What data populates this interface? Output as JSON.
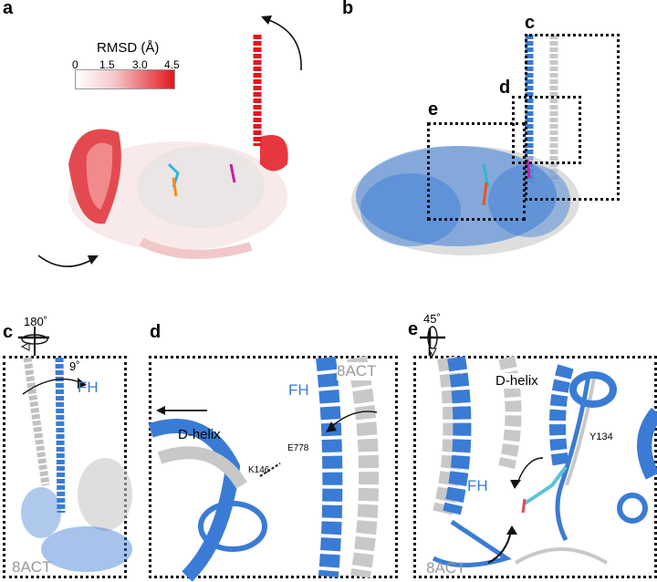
{
  "panels": {
    "a": {
      "label": "a",
      "colorbar": {
        "title": "RMSD (Å)",
        "ticks": [
          "0",
          "1.5",
          "3.0",
          "4.5"
        ],
        "min_color": "#ffffff",
        "max_color": "#e3141e"
      }
    },
    "b": {
      "label": "b",
      "box_labels": [
        "c",
        "d",
        "e"
      ]
    },
    "c": {
      "label": "c",
      "rotation": "180˚",
      "angle": "9˚",
      "fh_label": "FH",
      "ref_label": "8ACT"
    },
    "d": {
      "label": "d",
      "fh_label": "FH",
      "ref_label": "8ACT",
      "dhelix_label": "D-helix",
      "residue1": "E778",
      "residue2": "K146"
    },
    "e": {
      "label": "e",
      "rotation": "45˚",
      "dhelix_label": "D-helix",
      "residue": "Y134",
      "fh_label": "FH",
      "ref_label": "8ACT"
    }
  },
  "colors": {
    "blue": "#3a7bd5",
    "grey": "#c8c8c8",
    "red": "#e3141e",
    "pink": "#f2b5b5"
  }
}
